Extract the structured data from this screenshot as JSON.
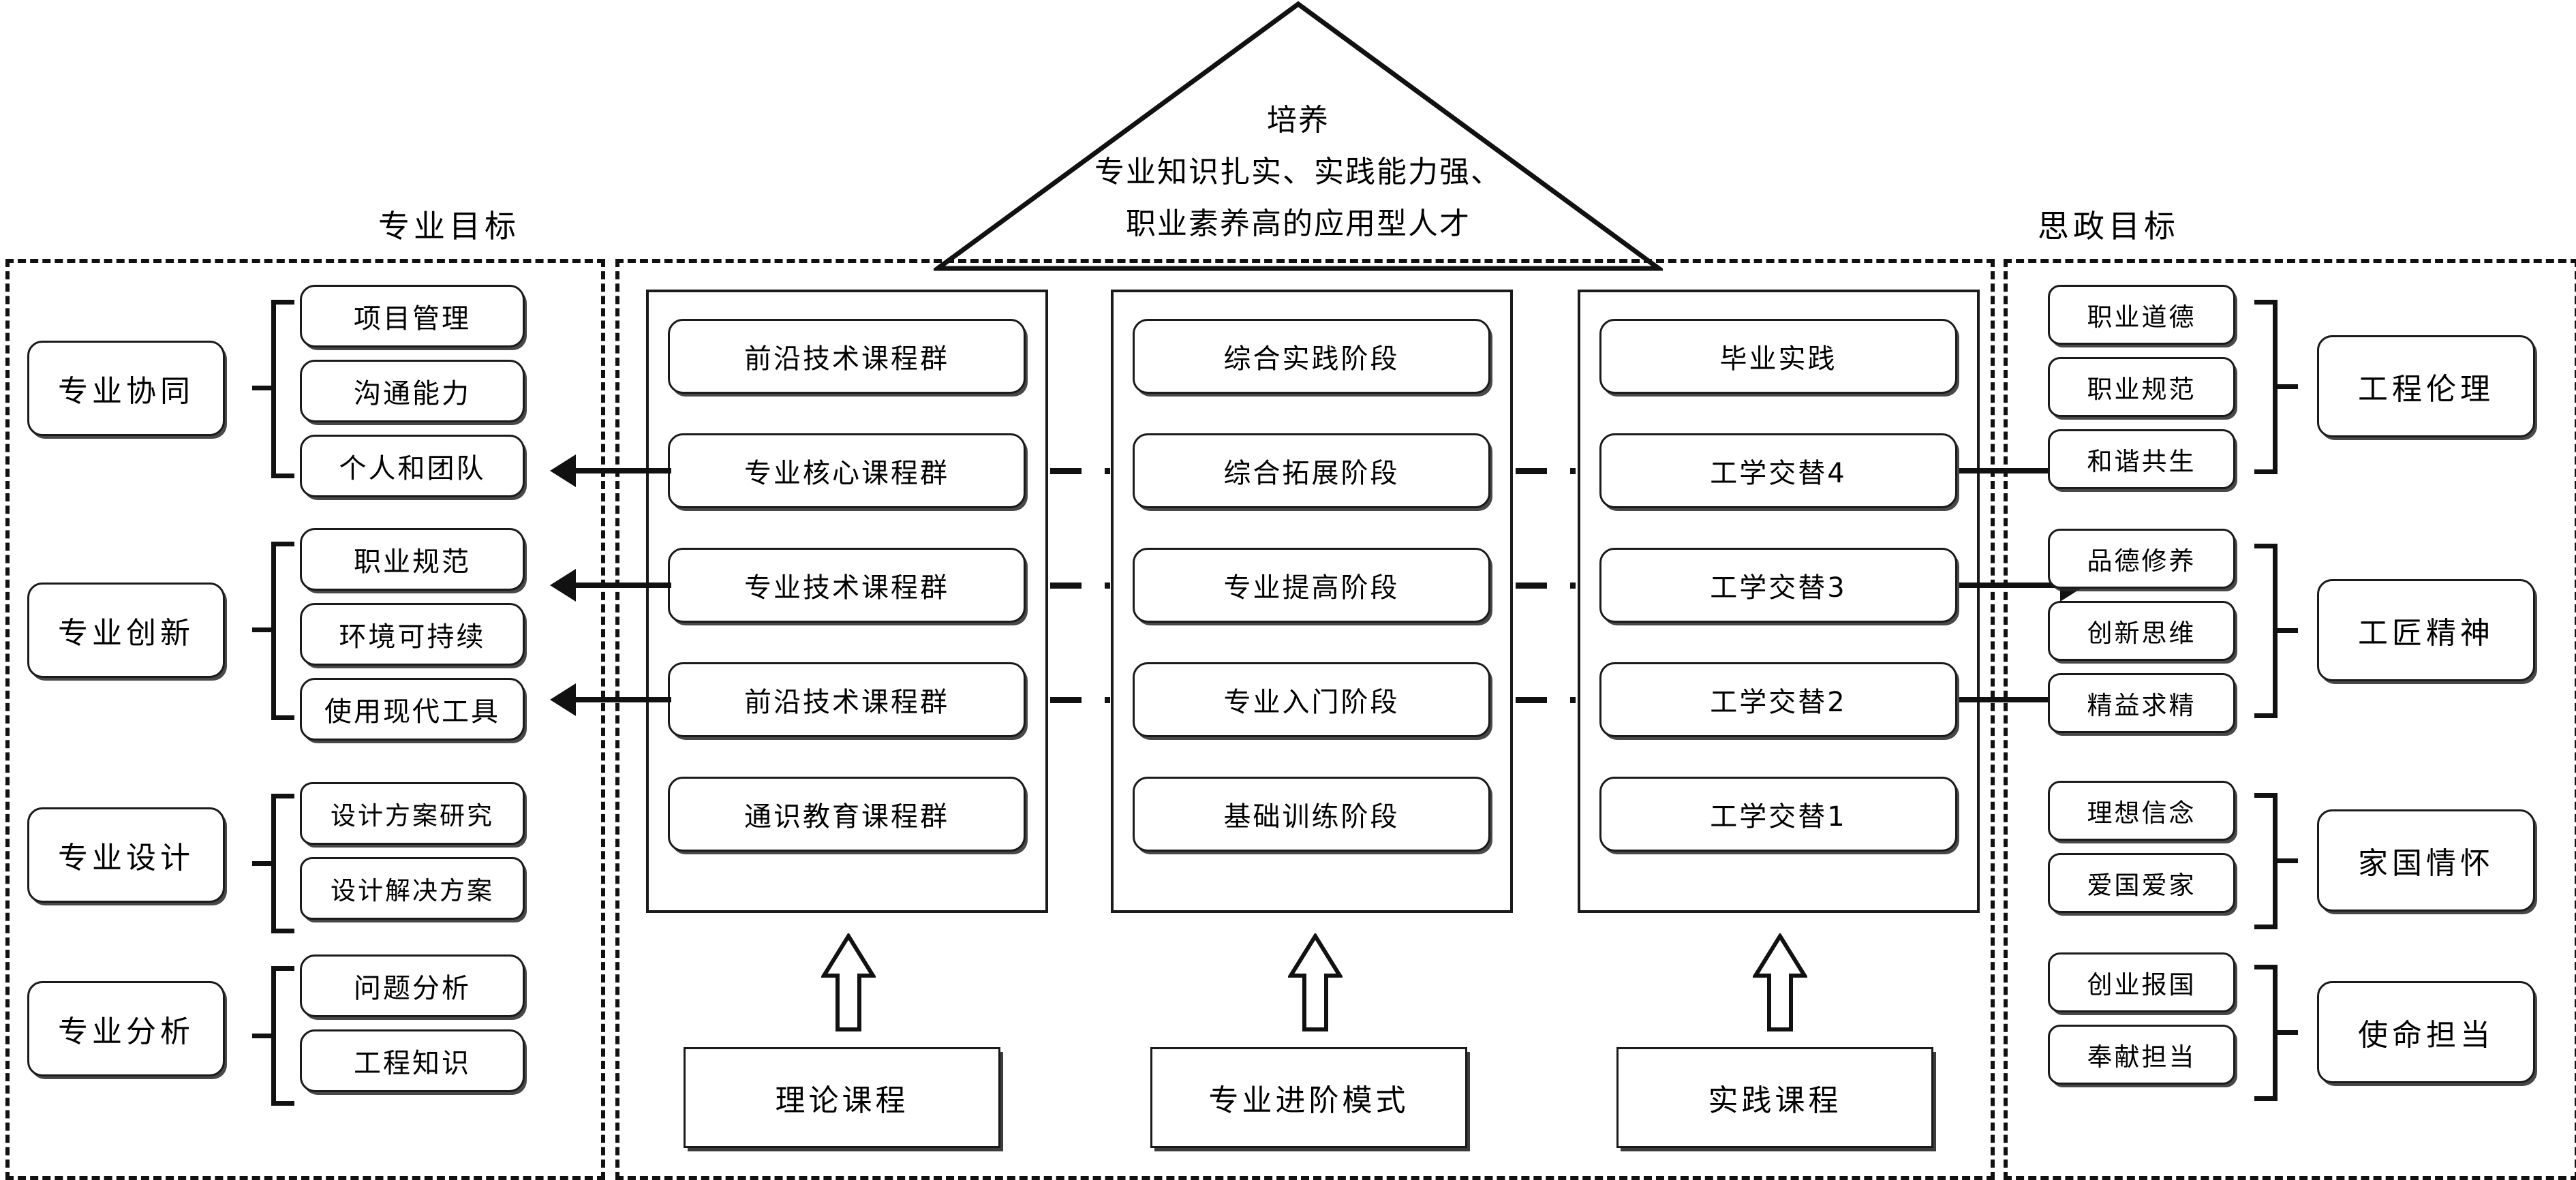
{
  "roof": {
    "line1": "培养",
    "line2": "专业知识扎实、实践能力强、",
    "line3": "职业素养高的应用型人才"
  },
  "captions": {
    "left": "专业目标",
    "right": "思政目标"
  },
  "left_section": {
    "groups": [
      {
        "parent": "专业协同",
        "children": [
          "项目管理",
          "沟通能力",
          "个人和团队"
        ]
      },
      {
        "parent": "专业创新",
        "children": [
          "职业规范",
          "环境可持续",
          "使用现代工具"
        ]
      },
      {
        "parent": "专业设计",
        "children": [
          "设计方案研究",
          "设计解决方案"
        ]
      },
      {
        "parent": "专业分析",
        "children": [
          "问题分析",
          "工程知识"
        ]
      }
    ]
  },
  "center_section": {
    "columns": [
      {
        "footer": "理论课程",
        "items": [
          "前沿技术课程群",
          "专业核心课程群",
          "专业技术课程群",
          "前沿技术课程群",
          "通识教育课程群"
        ]
      },
      {
        "footer": "专业进阶模式",
        "items": [
          "综合实践阶段",
          "综合拓展阶段",
          "专业提高阶段",
          "专业入门阶段",
          "基础训练阶段"
        ]
      },
      {
        "footer": "实践课程",
        "items": [
          "毕业实践",
          "工学交替4",
          "工学交替3",
          "工学交替2",
          "工学交替1"
        ]
      }
    ]
  },
  "right_section": {
    "groups": [
      {
        "children": [
          "职业道德",
          "职业规范",
          "和谐共生"
        ],
        "parent": "工程伦理"
      },
      {
        "children": [
          "品德修养",
          "创新思维",
          "精益求精"
        ],
        "parent": "工匠精神"
      },
      {
        "children": [
          "理想信念",
          "爱国爱家"
        ],
        "parent": "家国情怀"
      },
      {
        "children": [
          "创业报国",
          "奉献担当"
        ],
        "parent": "使命担当"
      }
    ]
  },
  "icons": {
    "arrow_left": "arrow-left-icon",
    "arrow_right": "arrow-right-icon",
    "arrow_up": "arrow-up-icon",
    "dashed_connector": "dashed-connector-icon",
    "bracket": "bracket-icon"
  },
  "colors": {
    "stroke": "#111111",
    "background": "#ffffff",
    "shadow": "rgba(40,40,40,0.85)"
  }
}
